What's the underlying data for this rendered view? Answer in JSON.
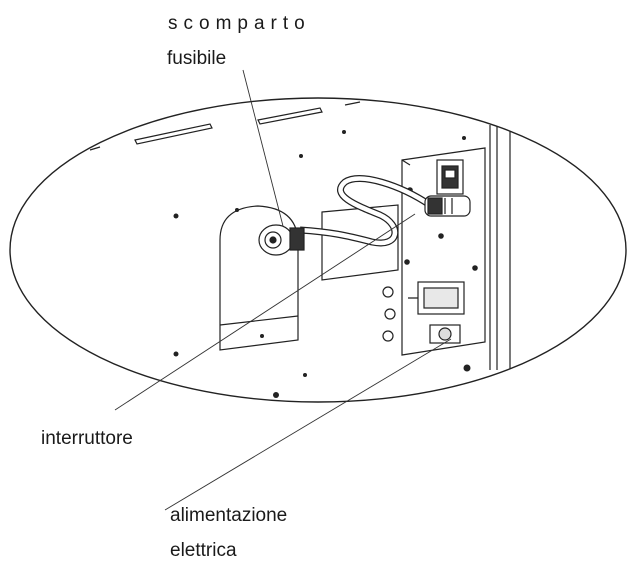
{
  "labels": {
    "fuse_compartment_line1": "scomparto",
    "fuse_compartment_line2": "fusibile",
    "switch": "interruttore",
    "power_supply_line1": "alimentazione",
    "power_supply_line2": "elettrica"
  }
}
